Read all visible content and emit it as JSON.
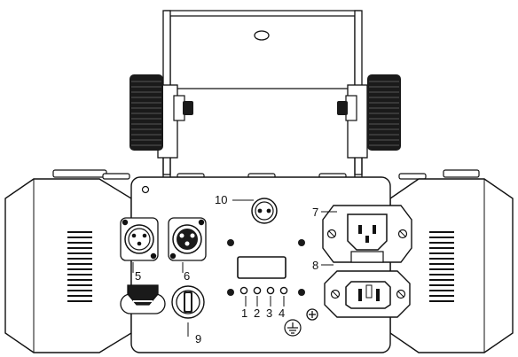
{
  "diagram": {
    "subject": "rear panel of lighting fixture with mounting bracket",
    "callouts": [
      {
        "id": "1",
        "text": "1"
      },
      {
        "id": "2",
        "text": "2"
      },
      {
        "id": "3",
        "text": "3"
      },
      {
        "id": "4",
        "text": "4"
      },
      {
        "id": "5",
        "text": "5"
      },
      {
        "id": "6",
        "text": "6"
      },
      {
        "id": "7",
        "text": "7"
      },
      {
        "id": "8",
        "text": "8"
      },
      {
        "id": "9",
        "text": "9"
      },
      {
        "id": "10",
        "text": "10"
      }
    ],
    "colors": {
      "line": "#111111",
      "fill": "#ffffff",
      "dark": "#1a1a1a"
    }
  }
}
